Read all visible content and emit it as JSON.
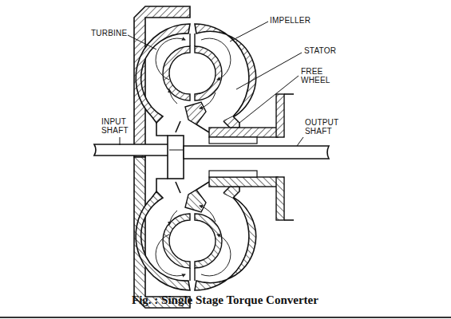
{
  "diagram": {
    "caption": "Fig. : Single Stage Torque Converter",
    "labels": [
      "TURBINE",
      "IMPELLER",
      "STATOR",
      "FREE WHEEL",
      "INPUT SHAFT",
      "OUTPUT SHAFT"
    ]
  }
}
